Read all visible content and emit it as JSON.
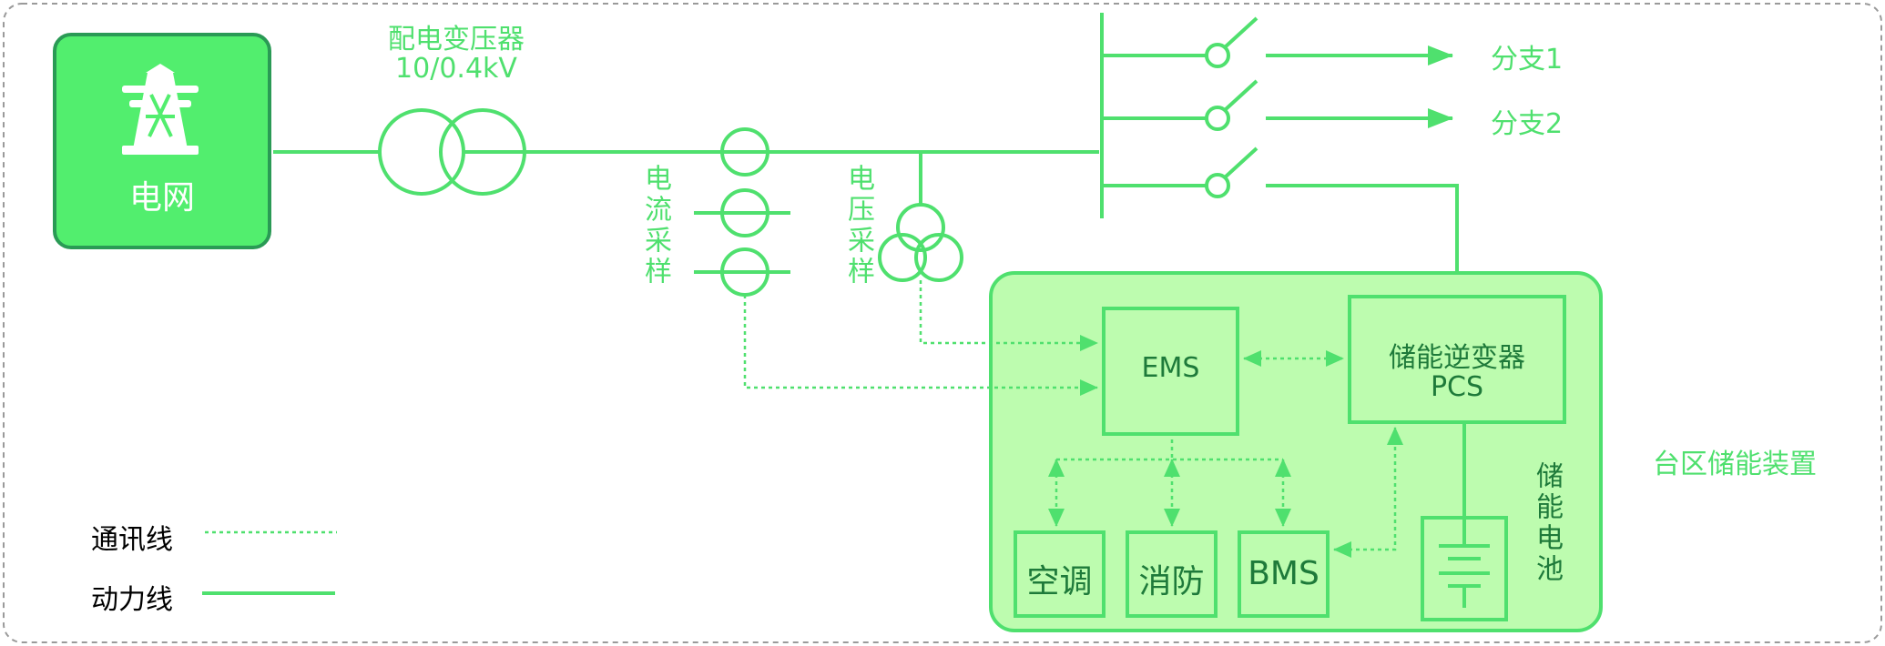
{
  "grid": {
    "label": "电网",
    "icon": "transmission-tower-icon"
  },
  "transformer": {
    "title": "配电变压器",
    "rating": "10/0.4kV"
  },
  "current_sampling": {
    "label": "电流采样"
  },
  "voltage_sampling": {
    "label": "电压采样"
  },
  "branches": [
    {
      "label": "分支1"
    },
    {
      "label": "分支2"
    }
  ],
  "storage_device": {
    "label": "台区储能装置",
    "ems": {
      "label": "EMS"
    },
    "pcs": {
      "line1": "储能逆变器",
      "line2": "PCS"
    },
    "aircon": {
      "label": "空调"
    },
    "fire": {
      "label": "消防"
    },
    "bms": {
      "label": "BMS"
    },
    "battery": {
      "label": "储能电池",
      "icon": "battery-symbol-icon"
    }
  },
  "legend": {
    "comm_line": "通讯线",
    "power_line": "动力线"
  },
  "colors": {
    "line": "#4fe06e",
    "fill_bright": "#52ee6e",
    "fill_pale": "#bdfcaf",
    "border_dark": "#2a9a55",
    "text_dark": "#1e7a3a",
    "frame": "#9a9a9a"
  }
}
